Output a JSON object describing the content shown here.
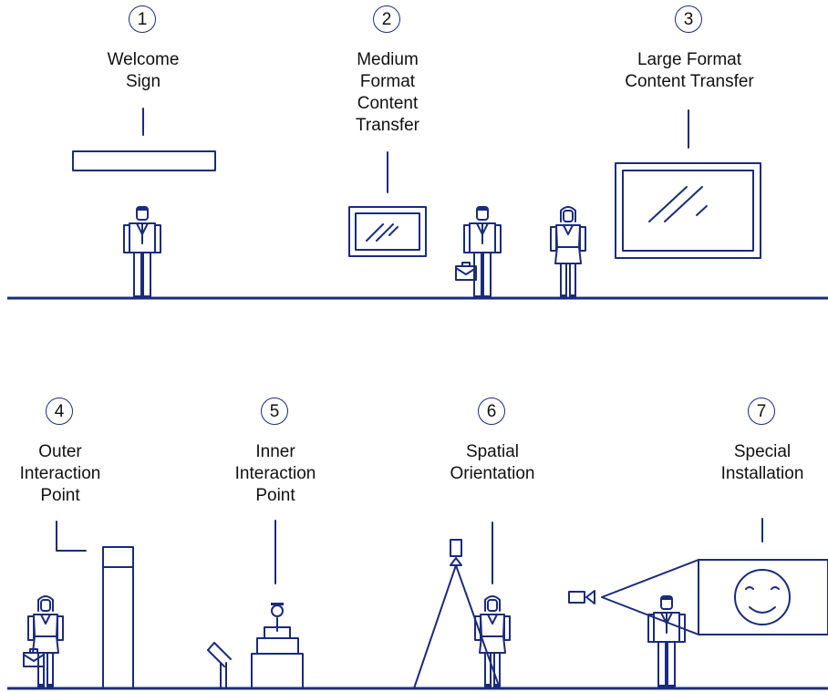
{
  "colors": {
    "line": "#1b2b7c",
    "text": "#111111",
    "background": "#ffffff"
  },
  "items": [
    {
      "number": "1",
      "lines": [
        "Welcome",
        "Sign"
      ]
    },
    {
      "number": "2",
      "lines": [
        "Medium",
        "Format",
        "Content",
        "Transfer"
      ]
    },
    {
      "number": "3",
      "lines": [
        "Large Format",
        "Content Transfer"
      ]
    },
    {
      "number": "4",
      "lines": [
        "Outer",
        "Interaction",
        "Point"
      ]
    },
    {
      "number": "5",
      "lines": [
        "Inner",
        "Interaction",
        "Point"
      ]
    },
    {
      "number": "6",
      "lines": [
        "Spatial",
        "Orientation"
      ]
    },
    {
      "number": "7",
      "lines": [
        "Special",
        "Installation"
      ]
    }
  ],
  "icons": [
    "person-icon",
    "display-icon",
    "kiosk-icon",
    "projector-camera-icon",
    "smiley-icon",
    "briefcase-icon"
  ]
}
